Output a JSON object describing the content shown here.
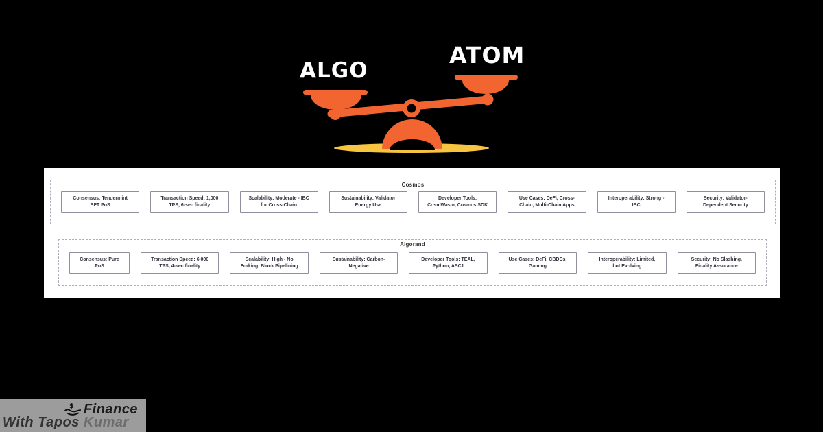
{
  "scale": {
    "left_label": "ALGO",
    "right_label": "ATOM",
    "colors": {
      "orange": "#F26530",
      "yellow": "#F7C53F",
      "label_text": "#FFFFFF"
    }
  },
  "comparison": {
    "sections": [
      {
        "title": "Cosmos",
        "items": [
          "Consensus: Tendermint BFT PoS",
          "Transaction Speed: 1,000 TPS, 6-sec finality",
          "Scalability: Moderate - IBC for Cross-Chain",
          "Sustainability: Validator Energy Use",
          "Developer Tools: CosmWasm, Cosmos SDK",
          "Use Cases: DeFi, Cross-Chain, Multi-Chain Apps",
          "Interoperability: Strong - IBC",
          "Security: Validator-Dependent Security"
        ]
      },
      {
        "title": "Algorand",
        "items": [
          "Consensus: Pure PoS",
          "Transaction Speed: 6,000 TPS, 4-sec finality",
          "Scalability: High - No Forking, Block Pipelining",
          "Sustainability: Carbon-Negative",
          "Developer Tools: TEAL, Python, ASC1",
          "Use Cases: DeFi, CBDCs, Gaming",
          "Interoperability: Limited, but Evolving",
          "Security: No Slashing, Finality Assurance"
        ]
      }
    ]
  },
  "branding": {
    "line1": "Finance",
    "line2_prefix": "With Tapos",
    "line2_suffix": "Kumar",
    "background": "#9C9C9C"
  }
}
